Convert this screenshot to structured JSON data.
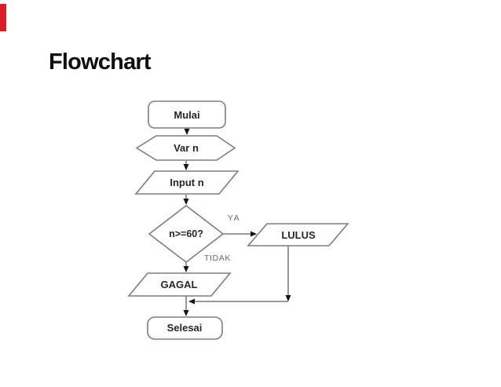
{
  "slide": {
    "title": "Flowchart"
  },
  "colors": {
    "accent_red": "#d91e26",
    "shape_outline": "#7d7d7d",
    "connector": "#5f5f5f",
    "arrowhead": "#141414",
    "node_text": "#262626",
    "branch_text": "#6b6b6b",
    "background": "#ffffff"
  },
  "flowchart": {
    "nodes": {
      "start": {
        "label": "Mulai",
        "shape": "rounded-rectangle"
      },
      "declare": {
        "label": "Var n",
        "shape": "hexagon"
      },
      "input": {
        "label": "Input n",
        "shape": "parallelogram"
      },
      "decision": {
        "label": "n>=60?",
        "shape": "diamond"
      },
      "pass": {
        "label": "LULUS",
        "shape": "parallelogram"
      },
      "fail": {
        "label": "GAGAL",
        "shape": "parallelogram"
      },
      "end": {
        "label": "Selesai",
        "shape": "rounded-rectangle"
      }
    },
    "branch_labels": {
      "yes": "YA",
      "no": "TIDAK"
    }
  }
}
